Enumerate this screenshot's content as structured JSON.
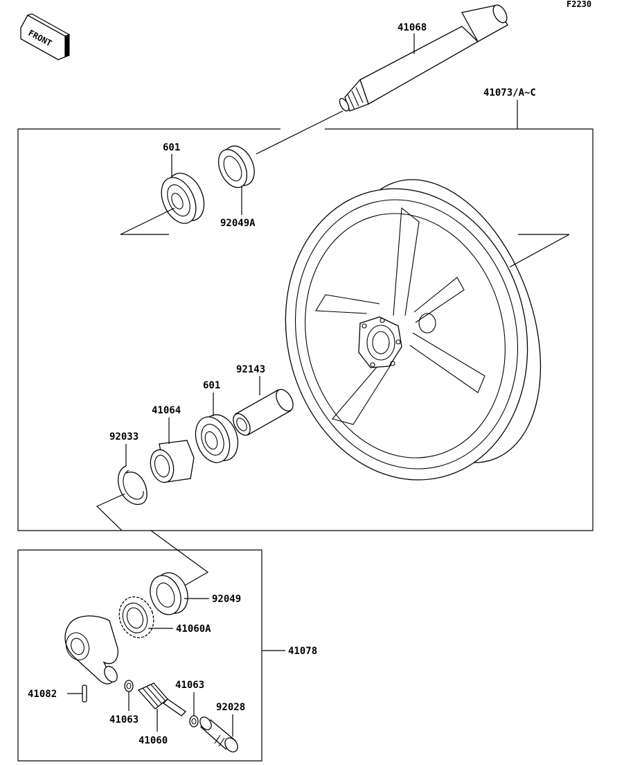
{
  "figure_code": "F2230",
  "front_sign": "FRONT",
  "callouts": {
    "p41068": "41068",
    "p41073": "41073/A~C",
    "p601_top": "601",
    "p92049A": "92049A",
    "p92143": "92143",
    "p601_mid": "601",
    "p41064": "41064",
    "p92033": "92033",
    "p92049": "92049",
    "p41060A": "41060A",
    "p41078": "41078",
    "p41082": "41082",
    "p41063_left": "41063",
    "p41063_right": "41063",
    "p92028": "92028",
    "p41060": "41060"
  }
}
